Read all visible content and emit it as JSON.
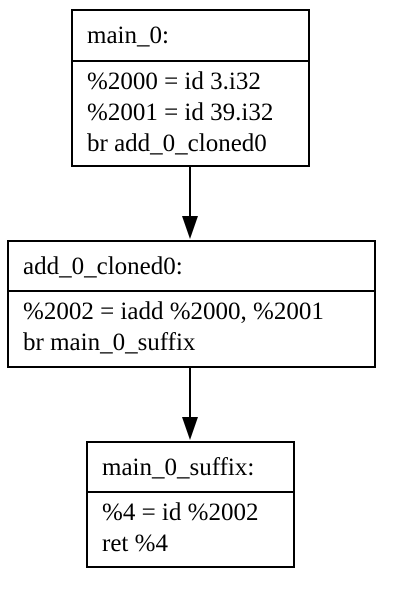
{
  "blocks": [
    {
      "label": "main_0:",
      "instructions": [
        "%2000 = id 3.i32",
        "%2001 = id 39.i32",
        "br add_0_cloned0"
      ]
    },
    {
      "label": "add_0_cloned0:",
      "instructions": [
        "%2002 = iadd %2000, %2001",
        "br main_0_suffix"
      ]
    },
    {
      "label": "main_0_suffix:",
      "instructions": [
        "%4 = id %2002",
        "ret %4"
      ]
    }
  ],
  "edges": [
    {
      "from": "main_0",
      "to": "add_0_cloned0"
    },
    {
      "from": "add_0_cloned0",
      "to": "main_0_suffix"
    }
  ]
}
